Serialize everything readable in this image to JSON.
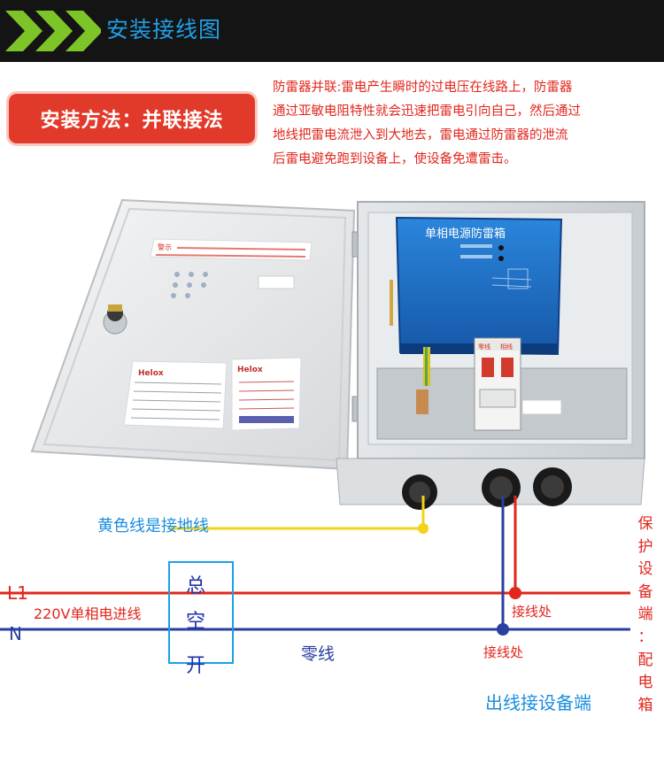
{
  "header": {
    "title": "安装接线图"
  },
  "method": {
    "label": "安装方法：并联接法"
  },
  "description": {
    "lines": [
      "防雷器并联:雷电产生瞬时的过电压在线路上，防雷器",
      "通过亚敏电阻特性就会迅速把雷电引向自己，然后通过",
      "地线把雷电流泄入到大地去，雷电通过防雷器的泄流",
      "后雷电避免跑到设备上，使设备免遭雷击。"
    ]
  },
  "device": {
    "surge_box_label": "单相电源防雷箱",
    "warning_title": "警示",
    "brand": "Helox",
    "breaker_labels": [
      "零线",
      "相线"
    ]
  },
  "wiring": {
    "ground_label": "黄色线是接地线",
    "l1_label": "L1",
    "n_label": "N",
    "feed_label": "220V单相电进线",
    "breaker_chars": [
      "总",
      "空",
      "开"
    ],
    "neutral_label": "零线",
    "connection_red_label": "接线处",
    "connection_blue_label": "接线处",
    "outlet_label": "出线接设备端",
    "vertical_label": [
      "保",
      "护",
      "设",
      "备",
      "端",
      "：",
      "配",
      "电",
      "箱"
    ]
  },
  "colors": {
    "header_bg": "#141414",
    "header_text": "#1fa0e6",
    "chevron": "#7dc428",
    "badge_bg": "#e23a2a",
    "red_line": "#e1261c",
    "blue_line": "#2a3fa0",
    "ground_line": "#f3d21a",
    "surge_box": "#1c6bc4"
  },
  "icons": [
    "chevron-right-icon",
    "lock-icon",
    "breaker-switch-icon"
  ]
}
